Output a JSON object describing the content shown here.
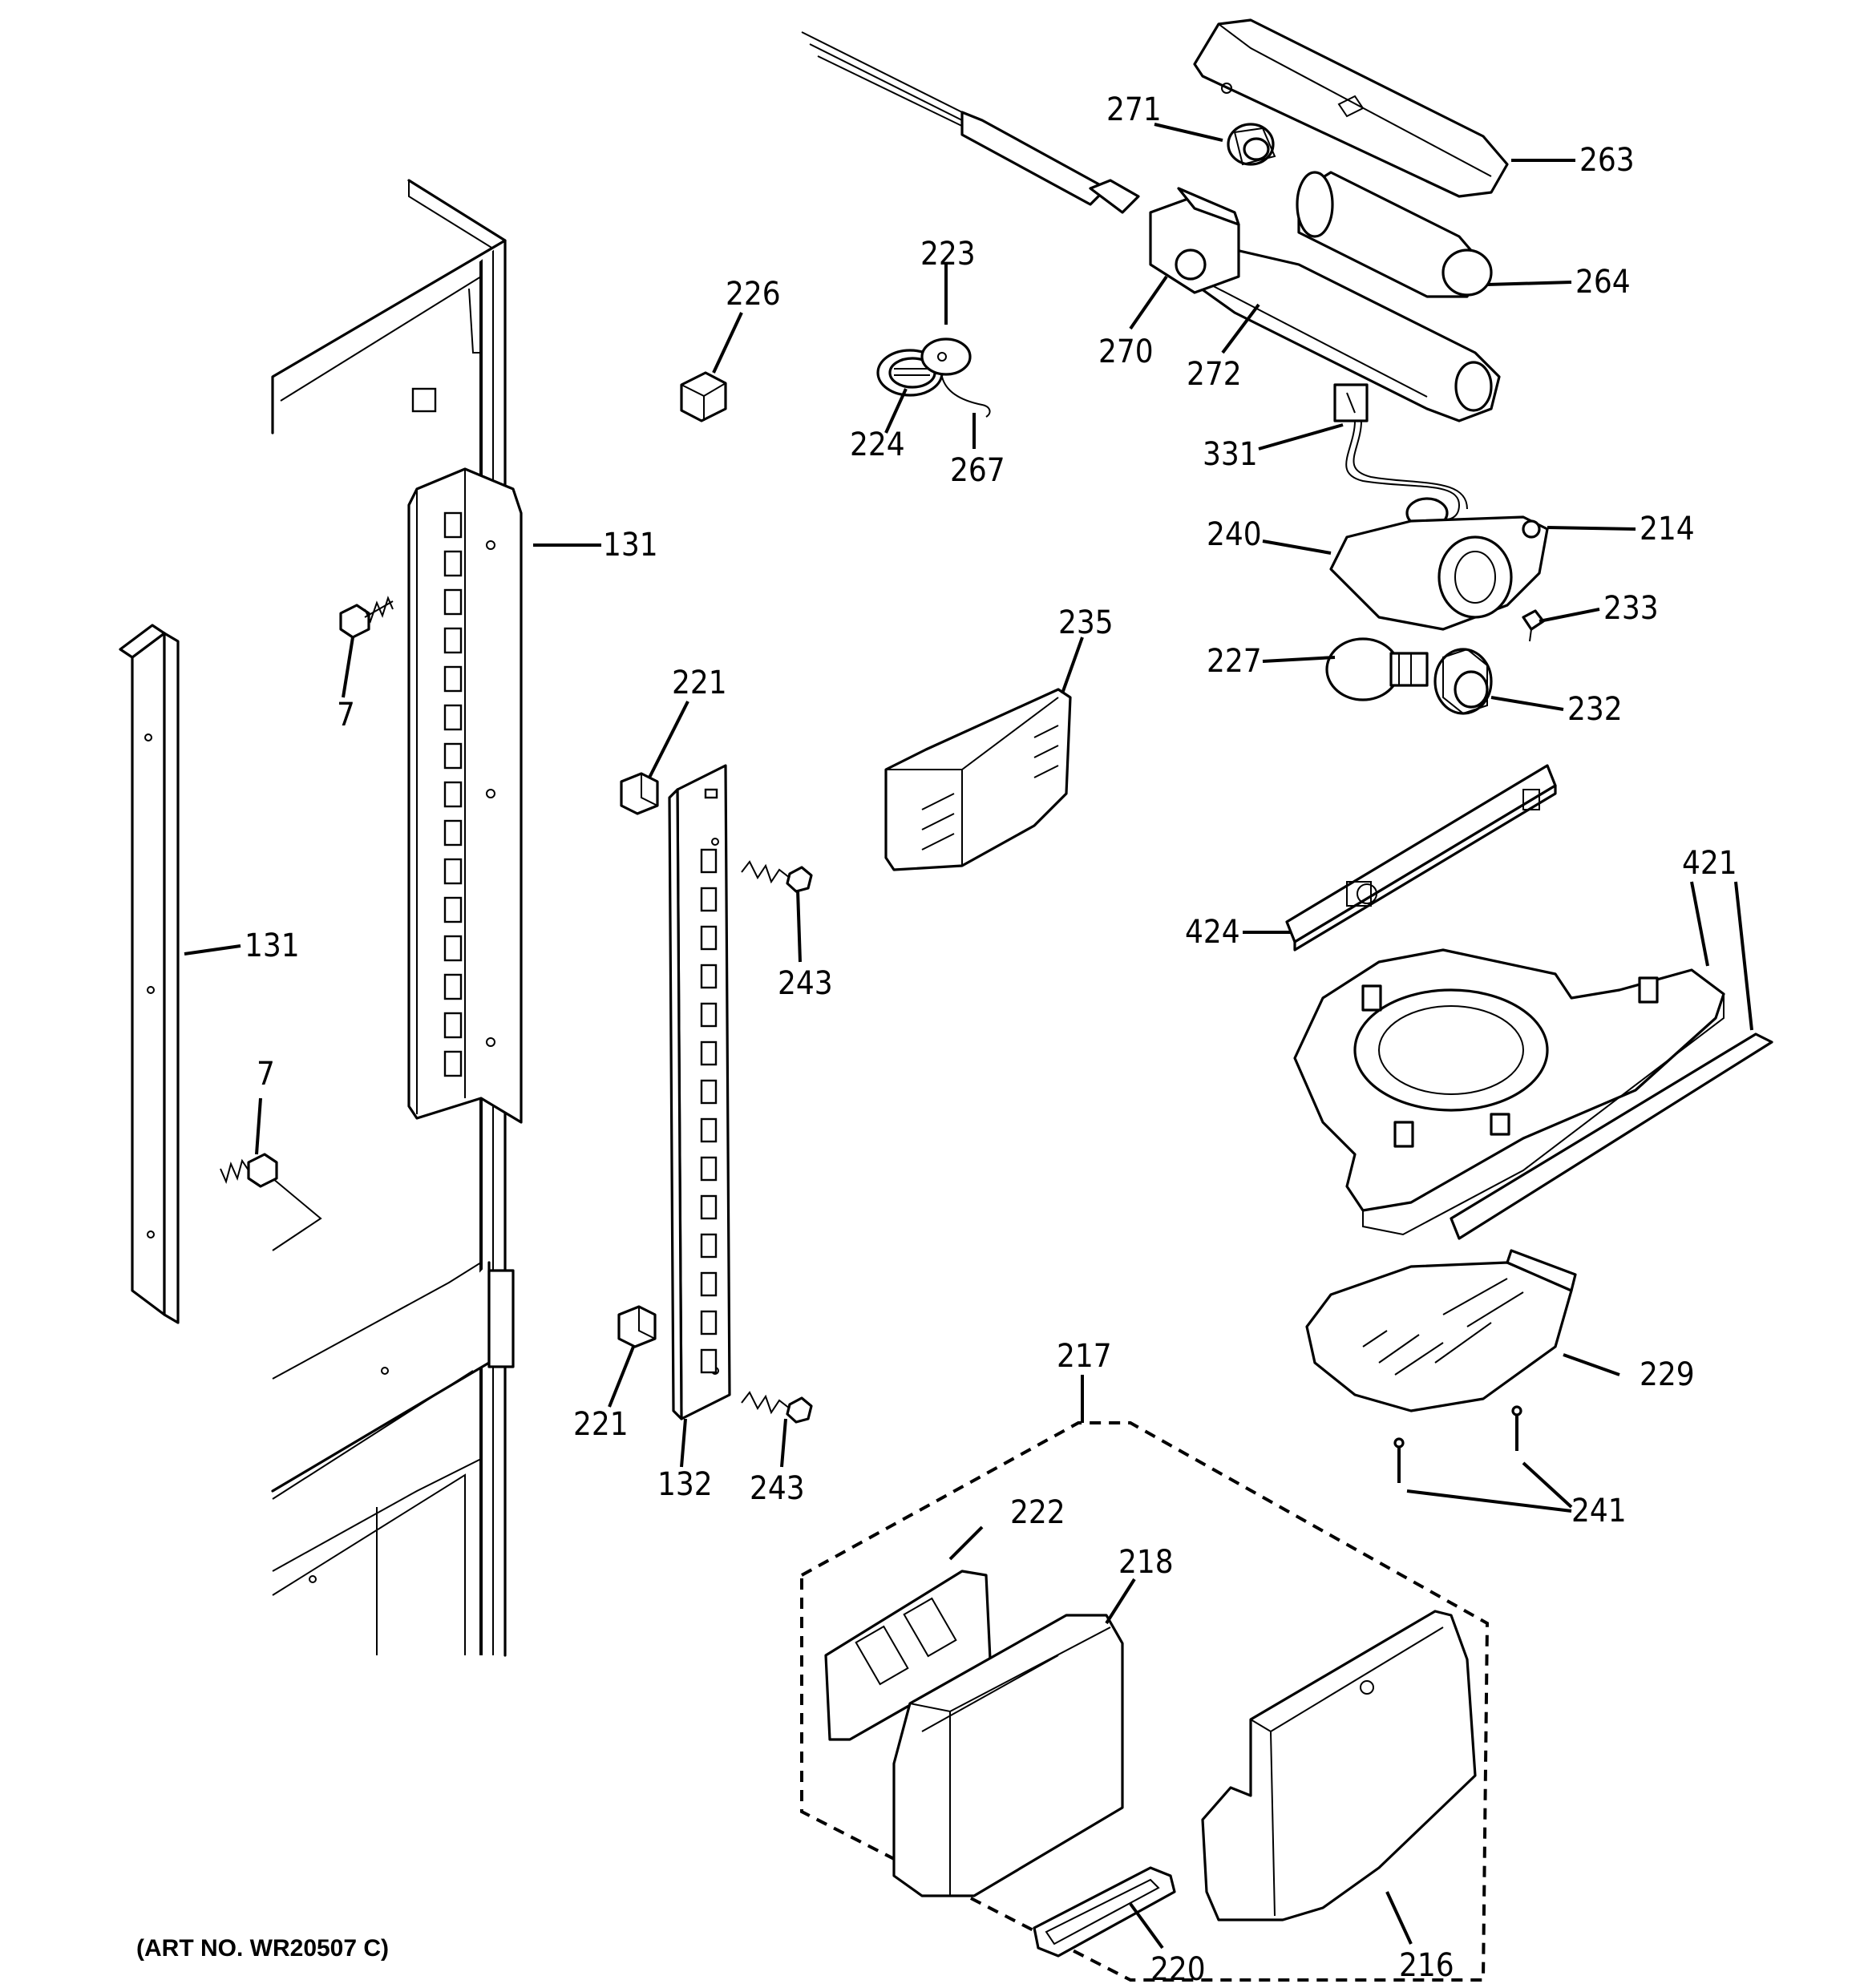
{
  "art_number": "(ART NO. WR20507 C)",
  "callouts": {
    "c7a": "7",
    "c7b": "7",
    "c131a": "131",
    "c131b": "131",
    "c132": "132",
    "c214": "214",
    "c216": "216",
    "c217": "217",
    "c218": "218",
    "c220": "220",
    "c221a": "221",
    "c221b": "221",
    "c222": "222",
    "c223": "223",
    "c224": "224",
    "c226": "226",
    "c227": "227",
    "c229": "229",
    "c232": "232",
    "c233": "233",
    "c235": "235",
    "c240": "240",
    "c241": "241",
    "c243a": "243",
    "c243b": "243",
    "c263": "263",
    "c264": "264",
    "c267": "267",
    "c270": "270",
    "c271": "271",
    "c272": "272",
    "c331": "331",
    "c421": "421",
    "c424": "424"
  }
}
